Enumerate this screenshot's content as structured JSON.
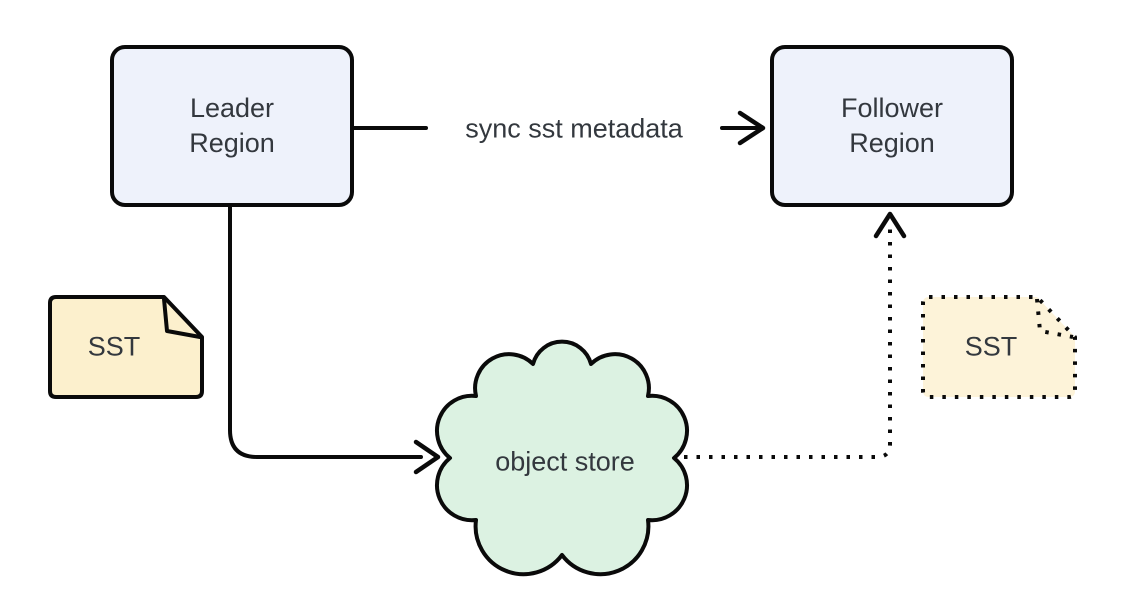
{
  "diagram": {
    "background": "#ffffff",
    "stroke_color": "#0a0a0a",
    "text_color": "#33383e",
    "nodes": {
      "leader_region": {
        "lines": [
          "Leader",
          "Region"
        ],
        "fill": "#eef2fb",
        "shape": "rectangle"
      },
      "follower_region": {
        "lines": [
          "Follower",
          "Region"
        ],
        "fill": "#eef2fb",
        "shape": "rectangle"
      },
      "object_store": {
        "label": "object store",
        "fill": "#dcf2e2",
        "shape": "cloud"
      },
      "sst_source": {
        "label": "SST",
        "fill": "#fcf0cd",
        "shape": "page",
        "border_style": "solid"
      },
      "sst_replica": {
        "label": "SST",
        "fill": "#fdf3d9",
        "shape": "page",
        "border_style": "dotted"
      }
    },
    "edges": {
      "sync_metadata": {
        "label": "sync sst metadata",
        "from": "Leader Region",
        "to": "Follower Region",
        "style": "solid"
      },
      "upload_sst": {
        "from": "Leader Region",
        "to": "object store",
        "style": "solid"
      },
      "replicate_sst": {
        "from": "object store",
        "to": "Follower Region",
        "style": "dotted"
      }
    }
  }
}
